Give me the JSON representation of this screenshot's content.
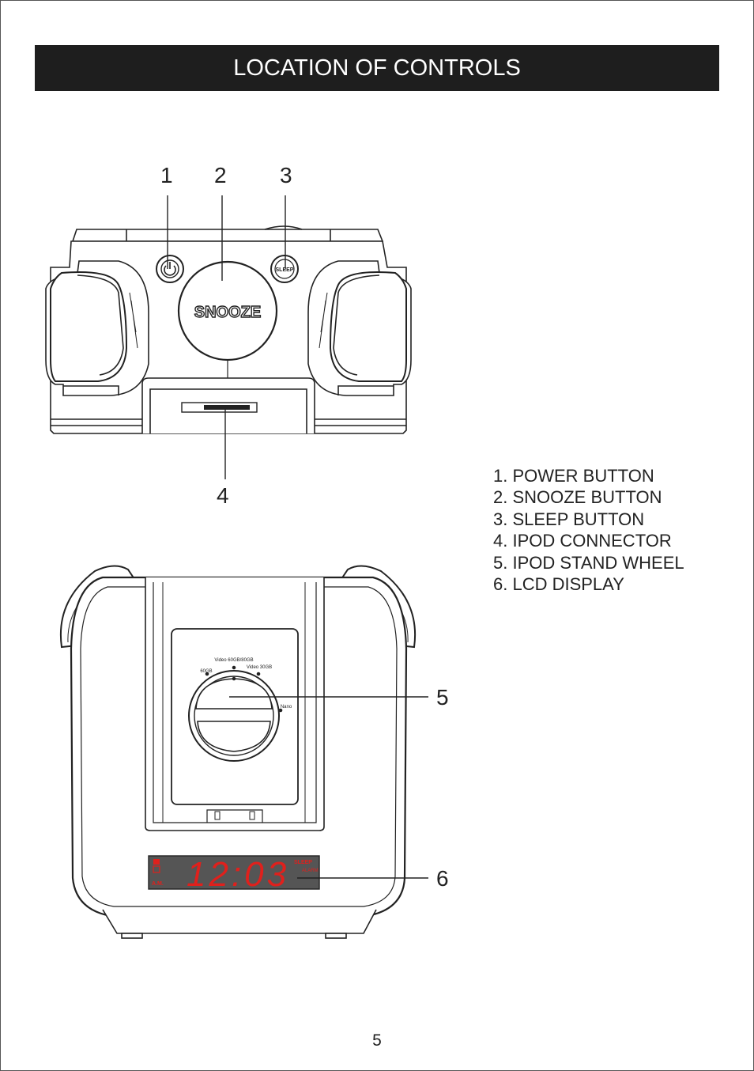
{
  "title": "LOCATION OF CONTROLS",
  "callouts": [
    "1",
    "2",
    "3",
    "4",
    "5",
    "6"
  ],
  "device": {
    "snooze_label": "SNOOZE",
    "sleep_label": "SLEEP",
    "wheel_labels": [
      "Video 60GB/80GB",
      "Video 30GB",
      "60GB",
      "Nano"
    ],
    "lcd_time": "12:03",
    "lcd_am": "A.M.",
    "lcd_sleep": "SLEEP",
    "lcd_alarm": "ALARM"
  },
  "legend": [
    "1. POWER BUTTON",
    "2. SNOOZE BUTTON",
    "3. SLEEP BUTTON",
    "4. IPOD CONNECTOR",
    "5. IPOD STAND WHEEL",
    "6. LCD DISPLAY"
  ],
  "page_number": "5",
  "colors": {
    "banner": "#1e1e1e",
    "lcd_digits": "#e0201c",
    "lcd_background": "#555555"
  }
}
